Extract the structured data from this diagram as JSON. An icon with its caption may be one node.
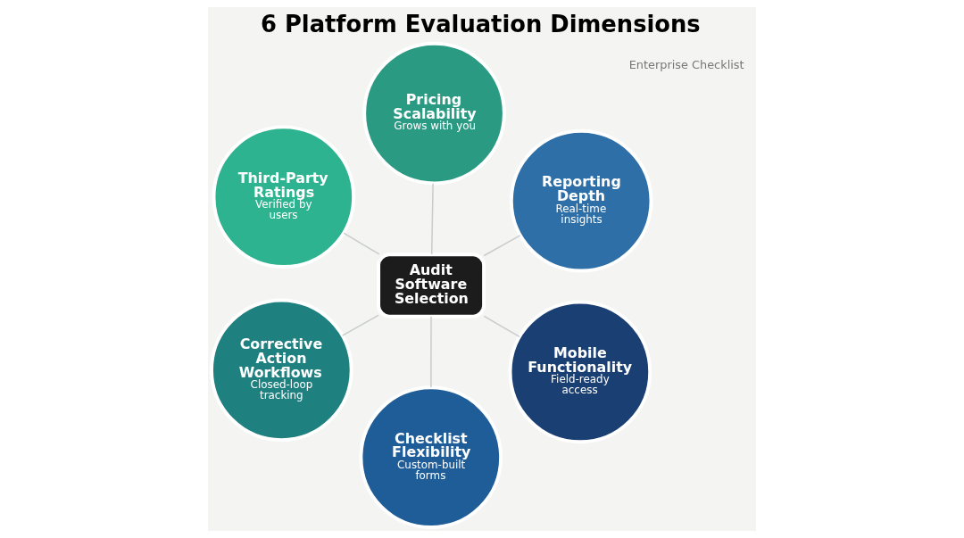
{
  "diagram": {
    "title": "6 Platform Evaluation Dimensions",
    "nodes": [
      {
        "text": [
          "Audit Software Selection"
        ]
      },
      {
        "text": [
          "Mobile Functionality",
          "Field-ready access"
        ]
      },
      {
        "text": [
          "Checklist Flexibility",
          "Custom-built forms"
        ]
      },
      {
        "text": [
          "Third-Party Ratings",
          "Verified by users"
        ]
      },
      {
        "text": [
          "Reporting Depth",
          "Real-time insights"
        ]
      },
      {
        "text": [
          "Pricing Scalability",
          "Grows with you"
        ]
      },
      {
        "text": [
          "Corrective Action Workflows",
          "Closed-loop tracking"
        ]
      }
    ],
    "edges": [
      {
        "from": 0,
        "to": 1,
        "arrow": "none"
      },
      {
        "from": 0,
        "to": 2,
        "arrow": "none"
      },
      {
        "from": 0,
        "to": 3,
        "arrow": "none"
      },
      {
        "from": 0,
        "to": 4,
        "arrow": "none"
      },
      {
        "from": 0,
        "to": 5,
        "arrow": "none"
      },
      {
        "from": 0,
        "to": 6,
        "arrow": "none"
      }
    ],
    "labels": [
      "Enterprise Checklist"
    ]
  }
}
